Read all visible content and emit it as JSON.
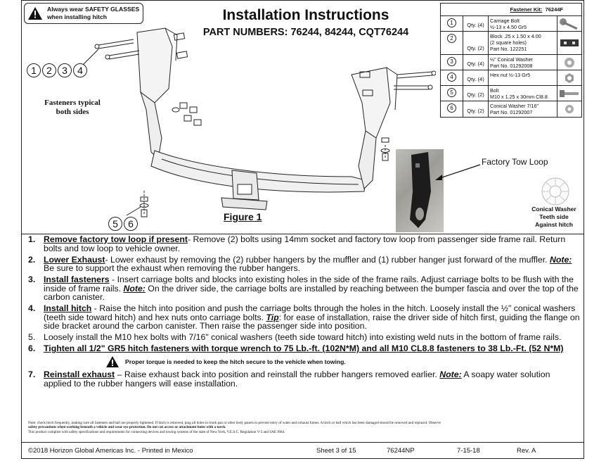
{
  "safety": {
    "line1": "Always wear SAFETY GLASSES",
    "line2": "when installing hitch"
  },
  "title": "Installation Instructions",
  "part_numbers": "PART NUMBERS: 76244, 84244, CQT76244",
  "fastener_kit": {
    "label": "Fastener Kit:",
    "kit": "76244F",
    "rows": [
      {
        "num": "1",
        "qty": "Qty. (4)",
        "l1": "Carriage Bolt",
        "l2": "½-13 x 4.50 Gr5",
        "l3": "",
        "l4": ""
      },
      {
        "num": "2",
        "qty": "Qty. (2)",
        "l1": "Block .25 x 1.50 x 4.00",
        "l2": "(2 square holes)",
        "l3": "Part No. 122251",
        "l4": ""
      },
      {
        "num": "3",
        "qty": "Qty. (4)",
        "l1": "½\" Conical  Washer",
        "l2": "Part No. 01292008",
        "l3": "",
        "l4": ""
      },
      {
        "num": "4",
        "qty": "Qty. (4)",
        "l1": "Hex nut ½-13 Gr5",
        "l2": "",
        "l3": "",
        "l4": ""
      },
      {
        "num": "5",
        "qty": "Qty. (2)",
        "l1": "Bolt",
        "l2": "M10 x 1.25 x 30mm Cl8.8",
        "l3": "",
        "l4": ""
      },
      {
        "num": "6",
        "qty": "Qty. (2)",
        "l1": "Conical Washer 7/16\"",
        "l2": "Part No. 01292007",
        "l3": "",
        "l4": ""
      }
    ]
  },
  "figure": {
    "callout_top": [
      "1",
      "2",
      "3",
      "4"
    ],
    "callout_bottom": [
      "5",
      "6"
    ],
    "fasteners_line1": "Fasteners typical",
    "fasteners_line2": "both sides",
    "label": "Figure 1",
    "tow_loop": "Factory Tow Loop",
    "washer_l1": "Conical Washer",
    "washer_l2": "Teeth side",
    "washer_l3": "Against hitch"
  },
  "steps": {
    "s1": {
      "n": "1.",
      "title": "Remove factory tow loop if present",
      "text": "- Remove (2) bolts using 14mm socket and factory tow loop from passenger side frame rail. Return bolts and tow loop to vehicle owner."
    },
    "s2": {
      "n": "2.",
      "title": "Lower Exhaust",
      "text": "- Lower exhaust by removing the (2) rubber hangers by the muffler and (1) rubber hanger just forward of the muffler. ",
      "note": "Note:",
      "note_text": " Be sure to support the exhaust when removing the rubber hangers."
    },
    "s3": {
      "n": "3.",
      "title": "Install fasteners",
      "text": " -  Insert carriage bolts and blocks into existing holes in the side of the frame rails. Adjust carriage bolts to be flush with the inside of frame rails. ",
      "note": "Note:",
      "note_text": " On the driver side, the carriage bolts are installed by reaching between the bumper fascia and over the top of the carbon canister."
    },
    "s4": {
      "n": "4.",
      "title": "Install hitch",
      "text": " -  Raise the hitch into position and push the carriage bolts through the holes in the hitch. Loosely install the ½\" conical washers (teeth side toward hitch) and hex nuts onto carriage bolts. ",
      "tip": "Tip",
      "tip_text": ": for ease of installation, raise the driver side of hitch first, guiding the flange on side bracket around the carbon canister. Then raise the passenger side into position."
    },
    "s5": {
      "n": "5.",
      "text": "Loosely install the M10 hex bolts with 7/16\" conical washers (teeth side toward hitch) into existing weld nuts in the bottom of frame rails."
    },
    "s6": {
      "n": "6.",
      "text": "Tighten all 1/2\" GR5 hitch fasteners with torque wrench to 75 Lb.-ft. (102N*M) and all M10 CL8.8 fasteners to 38 Lb.-Ft. (52 N*M)"
    },
    "torque_warning": "Proper torque is needed to keep the hitch secure to the vehicle when towing.",
    "s7": {
      "n": "7.",
      "title": "Reinstall exhaust",
      "text": " – Raise exhaust back into position and reinstall the rubber hangers removed earlier. ",
      "note": "Note:",
      "note_text": " A soapy water solution applied to the rubber hangers will ease installation."
    }
  },
  "fine_print": {
    "l1": "Note: check hitch frequently, making sure all fasteners and ball are properly tightened.  If hitch is removed, plug all holes in trunk pan or other body panels to prevent entry of water and exhaust fumes. A hitch or ball which has been damaged should be removed and replaced.  Observe",
    "l2": "safety precautions when working beneath a vehicle and wear eye protection. Do not cut access or attachment holes with a torch.",
    "l3": "This product complies with safety specifications and requirements for connecting devices and towing systems of the state of New York, V.E.S.C. Regulation V-5 and SAE J684."
  },
  "footer": {
    "copyright": "©2018 Horizon Global Americas Inc. - Printed in Mexico",
    "sheet": "Sheet 3 of 15",
    "doc": "76244NP",
    "date": "7-15-18",
    "rev": "Rev. A"
  }
}
